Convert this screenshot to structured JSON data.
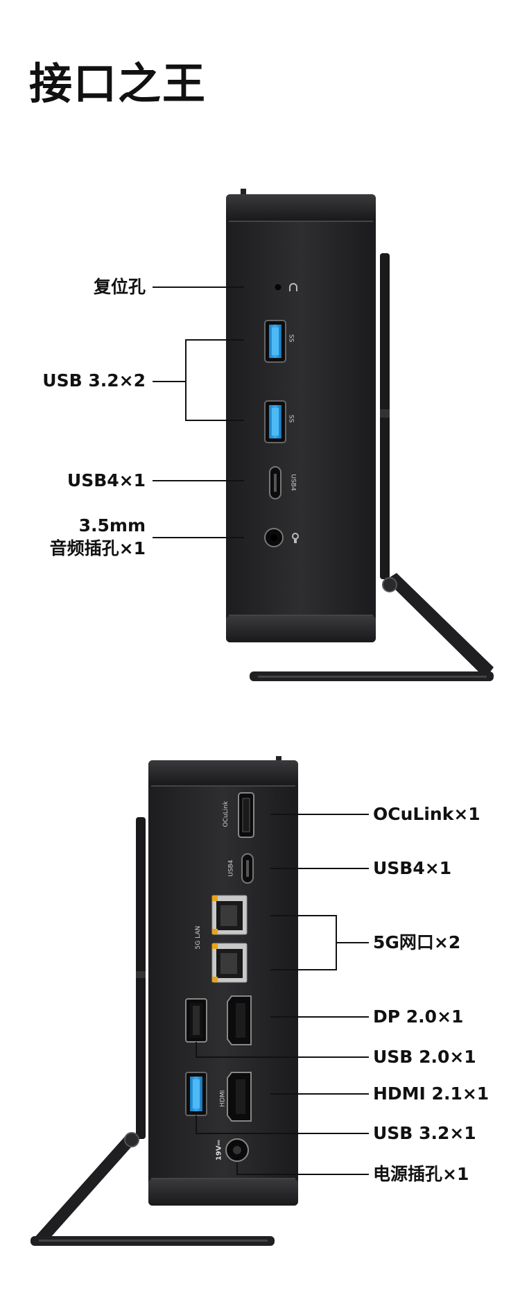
{
  "title": "接口之王",
  "front": {
    "labels": {
      "reset": "复位孔",
      "usb32x2": "USB 3.2×2",
      "usb4": "USB4×1",
      "audio_line1": "3.5mm",
      "audio_line2": "音频插孔×1"
    },
    "port_text": {
      "ss": "SS",
      "usb4": "USB4"
    }
  },
  "rear": {
    "labels": {
      "oculink": "OCuLink×1",
      "usb4": "USB4×1",
      "lan": "5G网口×2",
      "dp": "DP 2.0×1",
      "usb20": "USB 2.0×1",
      "hdmi": "HDMI 2.1×1",
      "usb32": "USB 3.2×1",
      "power": "电源插孔×1"
    },
    "port_text": {
      "oculink": "OCuLink",
      "usb4": "USB4",
      "lan": "5G LAN",
      "hdmi": "HDMI",
      "power": "19V⎓"
    }
  },
  "colors": {
    "device": "#2b2b2d",
    "usb3_blue": "#1f8fd6",
    "accent_text": "#111111"
  }
}
